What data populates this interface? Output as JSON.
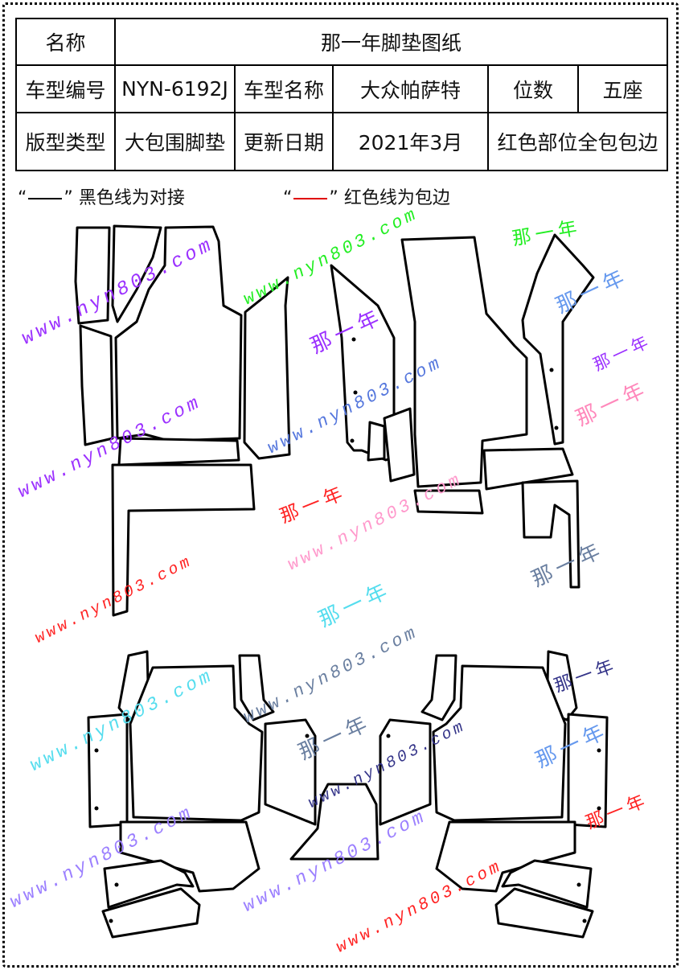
{
  "table": {
    "row1": {
      "label": "名称",
      "value": "那一年脚垫图纸"
    },
    "row2": {
      "code_label": "车型编号",
      "code": "NYN-6192J",
      "model_label": "车型名称",
      "model": "大众帕萨特",
      "seats_label": "位数",
      "seats": "五座"
    },
    "row3": {
      "type_label": "版型类型",
      "type": "大包围脚垫",
      "date_label": "更新日期",
      "date": "2021年3月",
      "note": "红色部位全包包边"
    }
  },
  "legend": {
    "black": {
      "quote_open": "“",
      "quote_close": "”",
      "text": "黑色线为对接",
      "color": "#000000"
    },
    "red": {
      "quote_open": "“",
      "quote_close": "”",
      "text": "红色线为包边",
      "color": "#e00000"
    }
  },
  "watermarks": [
    {
      "text": "www.nyn803.com",
      "color": "#9b30ff"
    },
    {
      "text": "www.nyn803.com",
      "color": "#22ee22"
    },
    {
      "text": "那一年",
      "color": "#9b30ff"
    },
    {
      "text": "那一年",
      "color": "#6699ee"
    },
    {
      "text": "www.nyn803.com",
      "color": "#9b30ff"
    },
    {
      "text": "www.nyn803.com",
      "color": "#5577dd"
    },
    {
      "text": "那一年",
      "color": "#ff88bb"
    },
    {
      "text": "那一年",
      "color": "#ff2222"
    },
    {
      "text": "www.nyn803.com",
      "color": "#ff99cc"
    },
    {
      "text": "那一年",
      "color": "#6a7fa0"
    },
    {
      "text": "www.nyn803.com",
      "color": "#ff2222"
    },
    {
      "text": "那一年",
      "color": "#55ddee"
    },
    {
      "text": "www.nyn803.com",
      "color": "#6a7fa0"
    },
    {
      "text": "www.nyn803.com",
      "color": "#55ddee"
    },
    {
      "text": "那一年",
      "color": "#333388"
    },
    {
      "text": "那一年",
      "color": "#6a7fa0"
    },
    {
      "text": "那一年",
      "color": "#6699ee"
    },
    {
      "text": "www.nyn803.com",
      "color": "#333388"
    },
    {
      "text": "那一年",
      "color": "#ff2222"
    },
    {
      "text": "www.nyn803.com",
      "color": "#9b7fff"
    },
    {
      "text": "www.nyn803.com",
      "color": "#9b7fff"
    },
    {
      "text": "www.nyn803.com",
      "color": "#ff2222"
    },
    {
      "text": "那一年",
      "color": "#22ee22"
    },
    {
      "text": "那一年",
      "color": "#9b30ff"
    }
  ]
}
